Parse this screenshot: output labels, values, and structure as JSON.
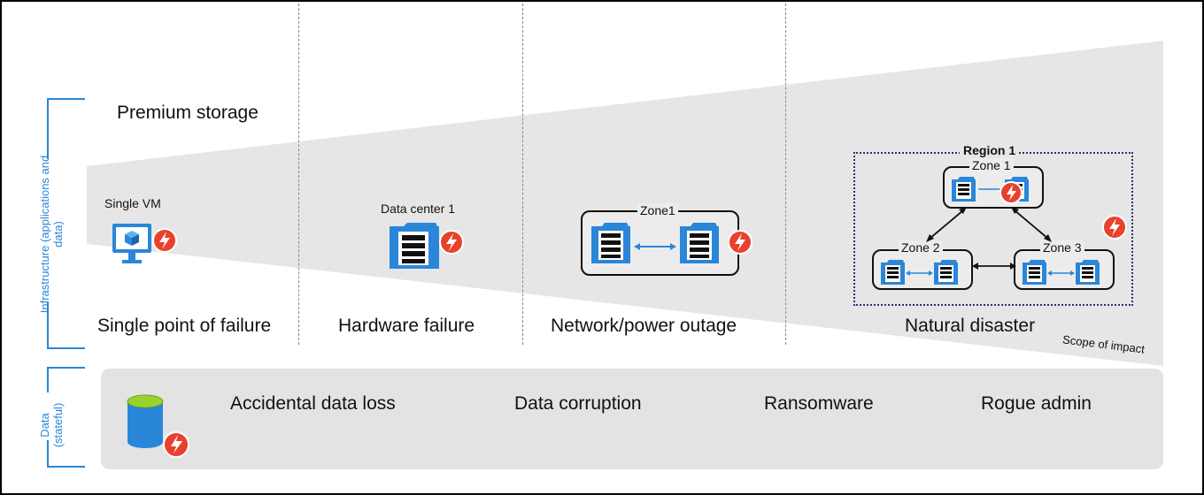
{
  "infrastructure_label": "Infrastructure (applications and data)",
  "data_label": "Data (stateful)",
  "premium_storage": "Premium storage",
  "scope_label": "Scope of impact",
  "columns": {
    "single_vm": {
      "caption": "Single VM",
      "title": "Single point of failure"
    },
    "hardware": {
      "caption": "Data center 1",
      "title": "Hardware failure"
    },
    "network": {
      "caption": "Zone1",
      "title": "Network/power outage"
    },
    "natural": {
      "title": "Natural disaster"
    }
  },
  "region": {
    "label": "Region 1",
    "zones": [
      "Zone 1",
      "Zone 2",
      "Zone 3"
    ]
  },
  "data_threats": [
    "Accidental data loss",
    "Data corruption",
    "Ransomware",
    "Rogue admin"
  ],
  "colors": {
    "accent_blue": "#2a86d9",
    "lightning_red": "#e8412c",
    "wedge_gray": "#e6e6e6",
    "region_border": "#2d2d70"
  }
}
